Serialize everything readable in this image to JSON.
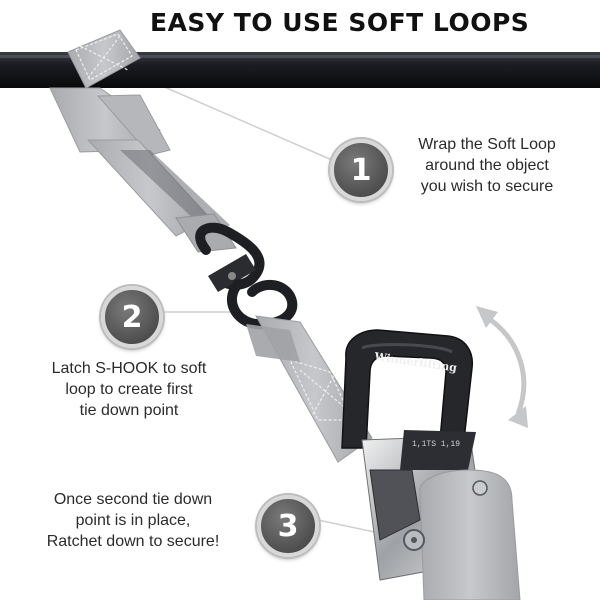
{
  "header": {
    "title": "EASY TO USE SOFT LOOPS"
  },
  "steps": [
    {
      "number": "1",
      "lines": [
        "Wrap the Soft Loop",
        "around the object",
        "you wish to secure"
      ]
    },
    {
      "number": "2",
      "lines": [
        "Latch S-HOOK to soft",
        "loop to create first",
        "tie down point"
      ]
    },
    {
      "number": "3",
      "lines": [
        "Once second tie down",
        "point is in place,",
        "Ratchet down to secure!"
      ]
    }
  ],
  "product": {
    "brand": "Winnerlifting",
    "tension_label": "1,1TS 1,19"
  },
  "colors": {
    "strap": "#b9bbbe",
    "strap_edge": "#9a9c9f",
    "bar": "#1b1d22",
    "handle": "#26272b",
    "badge": "#5a5a5a"
  },
  "icons": [
    "rotate-arrow-icon"
  ]
}
